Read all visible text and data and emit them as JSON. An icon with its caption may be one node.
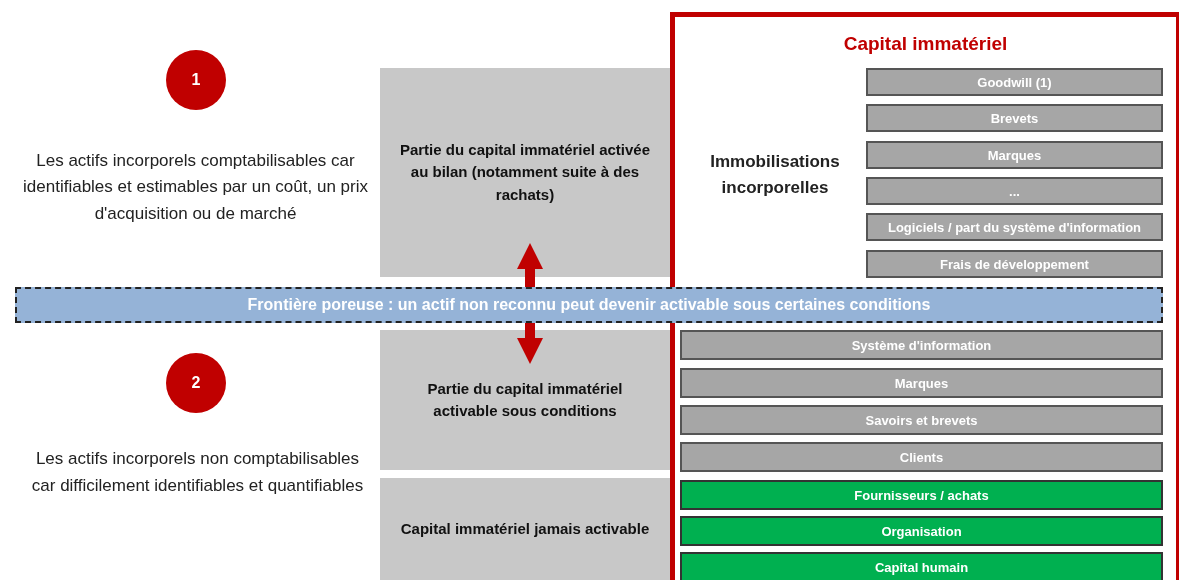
{
  "diagram": {
    "nodes": [
      {
        "text": [
          "1"
        ]
      },
      {
        "text": [
          "2"
        ]
      },
      {
        "text": [
          "Partie du capital immatériel activée au bilan (notamment suite à des rachats)"
        ]
      },
      {
        "text": [
          "Frontière poreuse : un actif non reconnu peut devenir activable sous certaines conditions"
        ]
      },
      {
        "text": [
          "Partie du capital immatériel activable sous conditions"
        ]
      },
      {
        "text": [
          "Capital immatériel jamais activable"
        ]
      },
      {
        "text": [
          "Capital immatériel"
        ]
      },
      {
        "text": [
          "Goodwill (1)"
        ],
        "in": 6
      },
      {
        "text": [
          "Brevets"
        ],
        "in": 6
      },
      {
        "text": [
          "Marques"
        ],
        "in": 6
      },
      {
        "text": [
          "..."
        ],
        "in": 6
      },
      {
        "text": [
          "Logiciels / part du système d'information"
        ],
        "in": 6
      },
      {
        "text": [
          "Frais de développement"
        ],
        "in": 6
      },
      {
        "text": [
          "Système d'information"
        ],
        "in": 6
      },
      {
        "text": [
          "Marques"
        ],
        "in": 6
      },
      {
        "text": [
          "Savoirs et brevets"
        ],
        "in": 6
      },
      {
        "text": [
          "Clients"
        ],
        "in": 6
      },
      {
        "text": [
          "Fournisseurs / achats"
        ],
        "in": 6
      },
      {
        "text": [
          "Organisation"
        ],
        "in": 6
      },
      {
        "text": [
          "Capital humain"
        ],
        "in": 6
      }
    ],
    "edges": [
      {
        "from": 3,
        "to": 2,
        "arrow": "to"
      },
      {
        "from": 3,
        "to": 4,
        "arrow": "to"
      }
    ],
    "labels": [
      "Les actifs incorporels comptabilisables car identifiables et estimables par un coût, un prix d'acquisition ou de marché",
      "Immobilisations incorporelles",
      "Les actifs incorporels non comptabilisables car difficilement identifiables et quantifiables"
    ]
  }
}
